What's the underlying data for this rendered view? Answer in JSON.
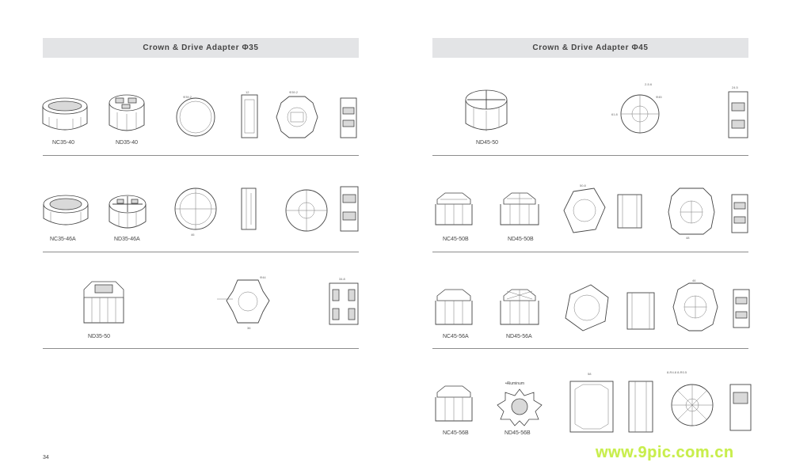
{
  "left_page": {
    "header_title": "Crown & Drive Adapter  Φ35",
    "page_number": "34",
    "rows": [
      {
        "parts": [
          "NC35-40",
          "ND35-40"
        ]
      },
      {
        "parts": [
          "NC35-46A",
          "ND35-46A"
        ]
      },
      {
        "parts": [
          "ND35-50"
        ]
      }
    ]
  },
  "right_page": {
    "header_title": "Crown & Drive Adapter  Φ45",
    "rows": [
      {
        "parts": [
          "ND45-50"
        ],
        "dims": [
          "2-5.6",
          "Φ45",
          "61.8",
          "24.5"
        ]
      },
      {
        "parts": [
          "NC45-50B",
          "ND45-50B"
        ]
      },
      {
        "parts": [
          "NC45-56A",
          "ND45-56A"
        ]
      },
      {
        "parts": [
          "NC45-56B",
          "ND45-56B"
        ],
        "note": "•Aluminum"
      }
    ]
  },
  "watermark": "www.9pic.com.cn",
  "icons": [
    "crown-adapter-drawing",
    "drive-adapter-drawing",
    "technical-section-drawing"
  ]
}
